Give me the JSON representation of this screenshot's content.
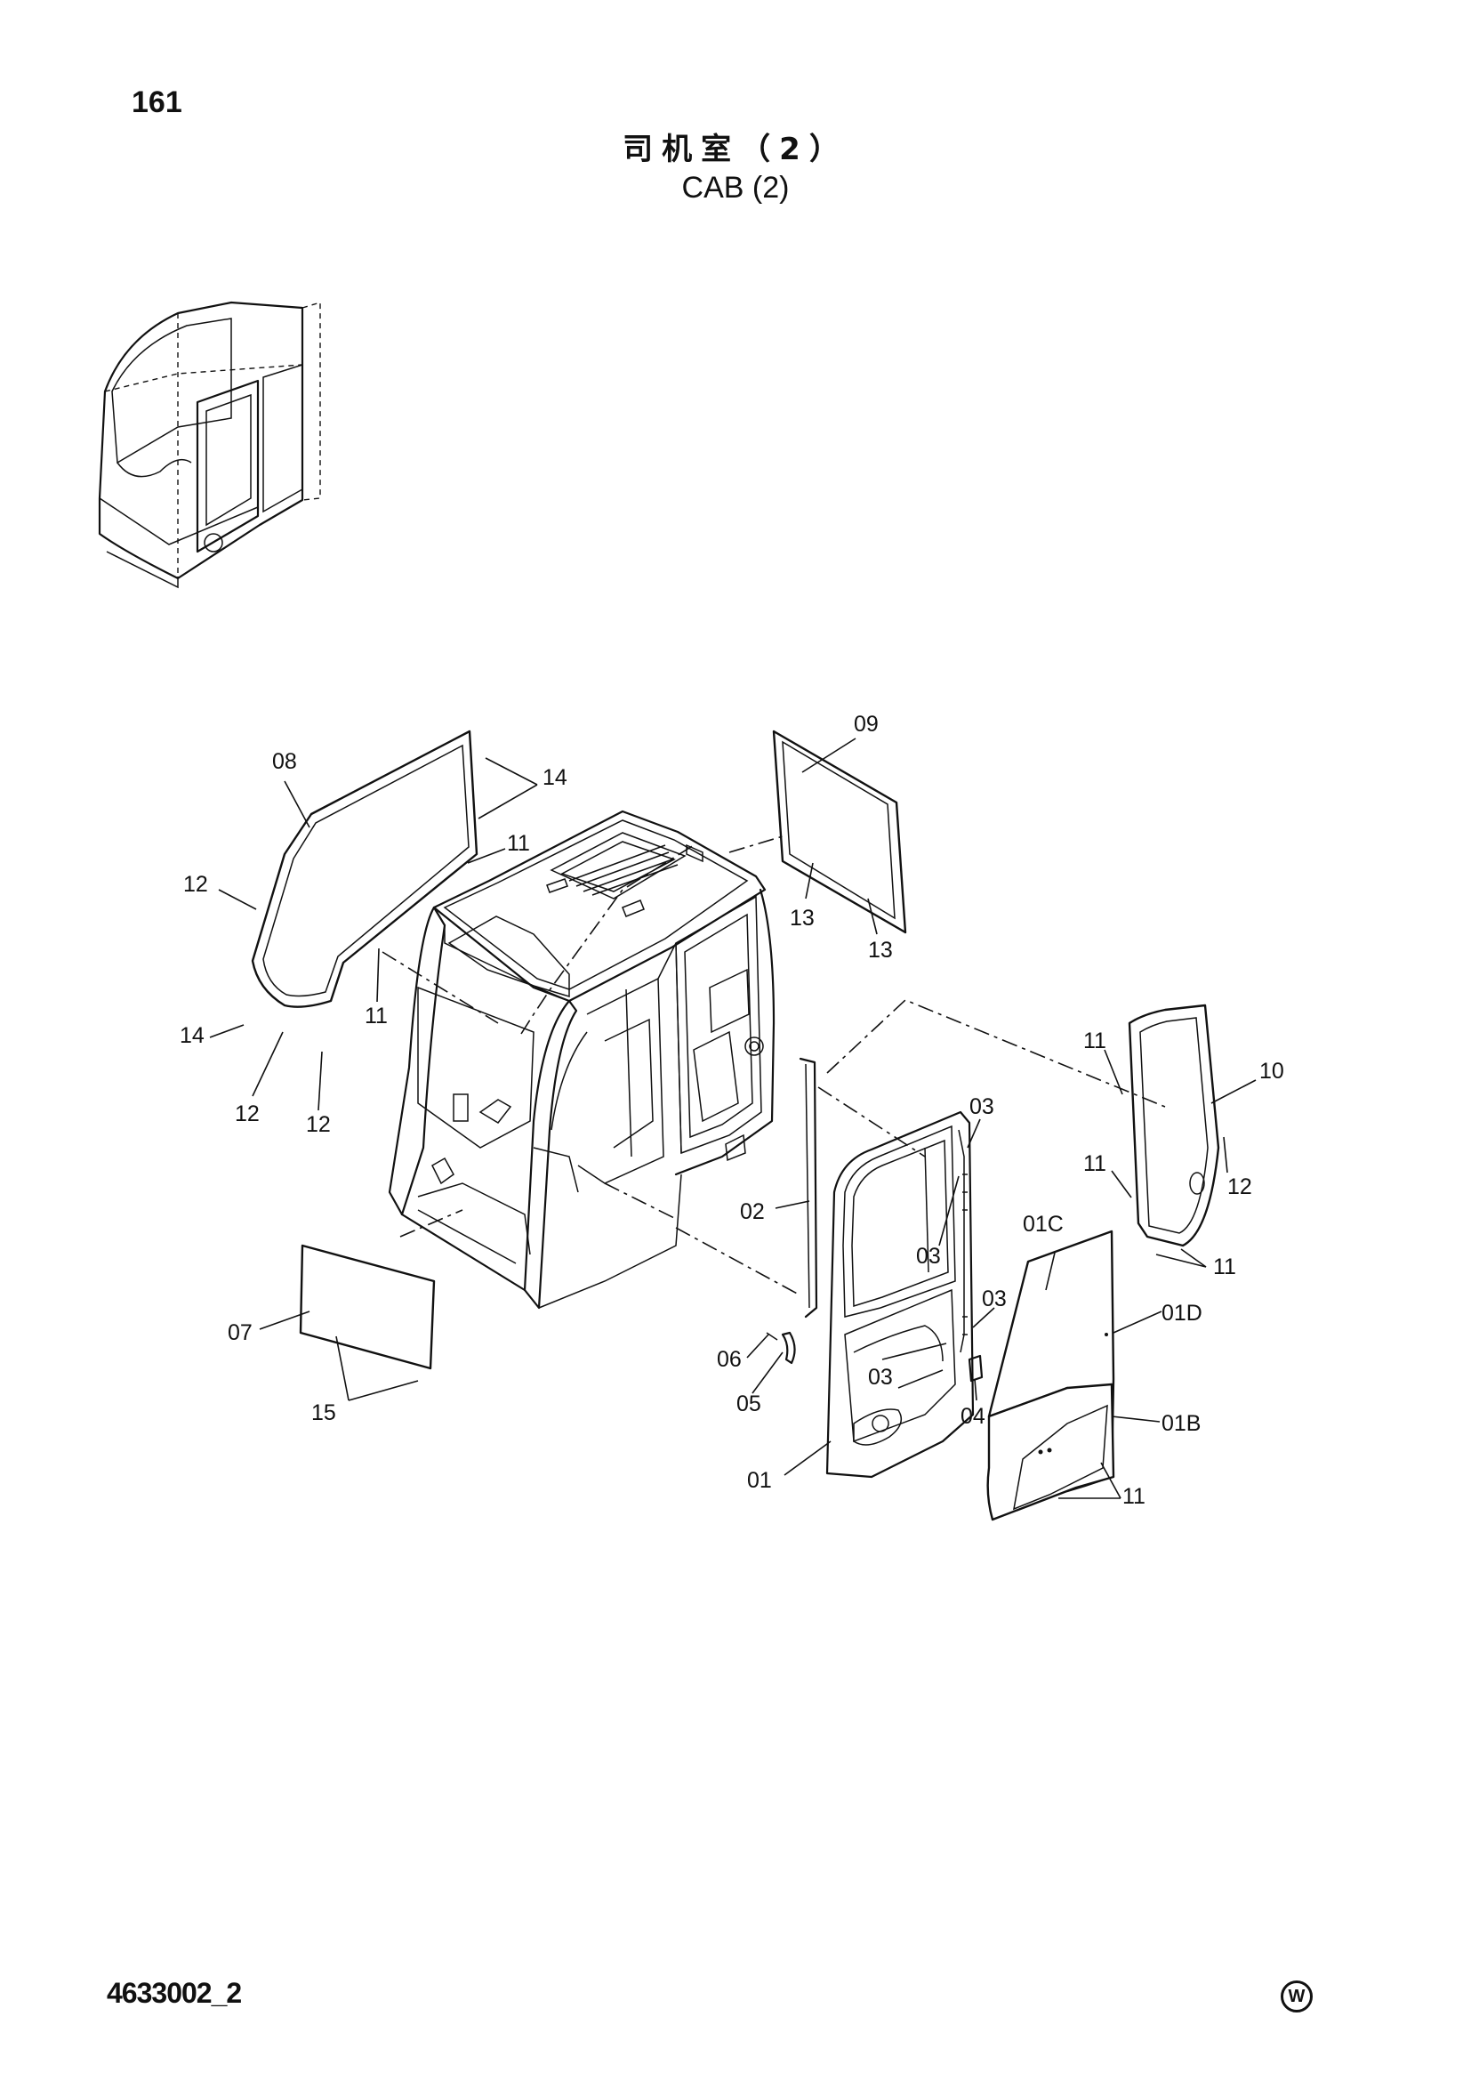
{
  "page": {
    "number": "161",
    "title_cn": "司机室（2）",
    "title_en": "CAB (2)",
    "doc_code": "4633002_2",
    "mark": "W"
  },
  "callouts": {
    "c08": "08",
    "c14a": "14",
    "c11a": "11",
    "c12a": "12",
    "c11b": "11",
    "c14b": "14",
    "c12b": "12",
    "c12c": "12",
    "c09": "09",
    "c13a": "13",
    "c13b": "13",
    "c11c": "11",
    "c10": "10",
    "c11d": "11",
    "c12d": "12",
    "c11e": "11",
    "c03a": "03",
    "c02": "02",
    "c03b": "03",
    "c03c": "03",
    "c03d": "03",
    "c06": "06",
    "c05": "05",
    "c04": "04",
    "c01": "01",
    "c01c": "01C",
    "c01d": "01D",
    "c01b": "01B",
    "c11f": "11",
    "c07": "07",
    "c15": "15"
  }
}
